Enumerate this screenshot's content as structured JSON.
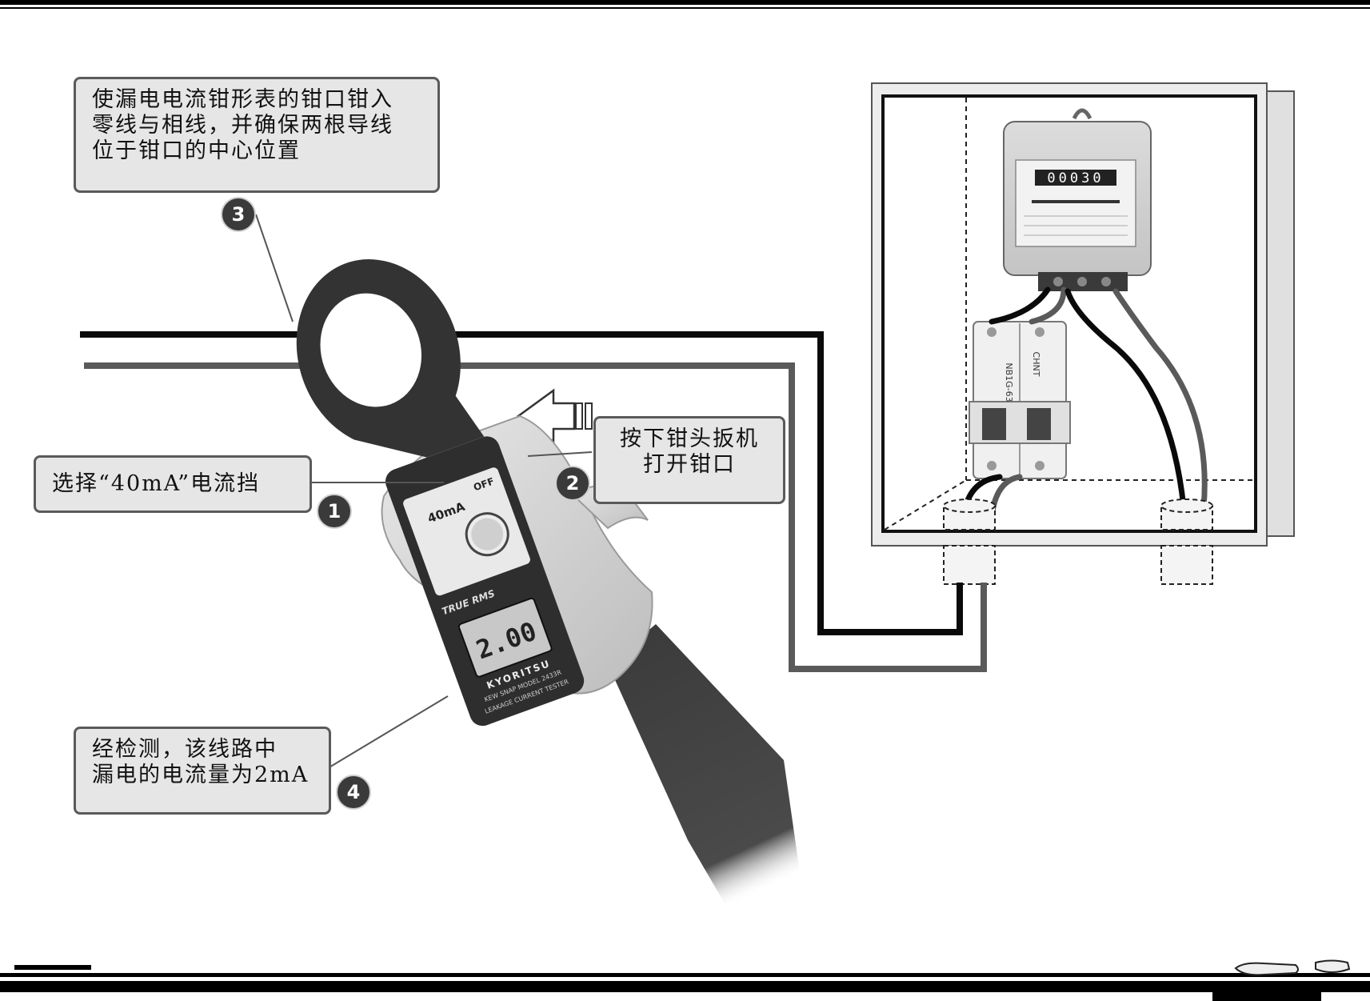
{
  "callouts": [
    {
      "number": "3",
      "lines": [
        "使漏电电流钳形表的钳口钳入",
        "零线与相线，并确保两根导线",
        "位于钳口的中心位置"
      ]
    },
    {
      "number": "1",
      "lines": [
        "选择“40mA”电流挡"
      ]
    },
    {
      "number": "2",
      "lines": [
        "按下钳头扳机",
        "打开钳口"
      ]
    },
    {
      "number": "4",
      "lines": [
        "经检测，该线路中",
        "漏电的电流量为2mA"
      ]
    }
  ],
  "meter": {
    "brand": "KYORITSU",
    "model": "KEW SNAP MODEL 2433R",
    "function_label": "LEAKAGE CURRENT TESTER",
    "rms_label": "TRUE RMS",
    "range_selected": "40mA",
    "dial_off_label": "OFF",
    "display_reading": "2.00"
  },
  "energy_meter": {
    "counter": "00030"
  },
  "breaker": {
    "brand": "CHNT",
    "model": "NB1G-63"
  },
  "colors": {
    "background": "#ffffff",
    "callout_fill": "#e6e6e6",
    "callout_border": "#5a5a5a",
    "wire_live": "#0a0a0a",
    "wire_neutral": "#5a5a5a",
    "badge": "#3a3a3a"
  },
  "icons": [
    "arrow-press-icon",
    "glove-hand-icon",
    "clamp-meter-icon"
  ]
}
